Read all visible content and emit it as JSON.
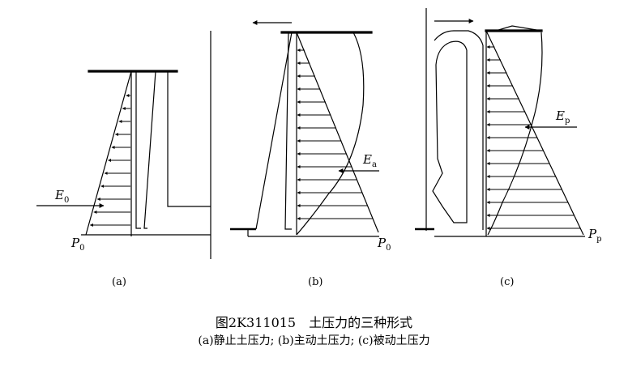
{
  "figure": {
    "title": "图2K311015　土压力的三种形式",
    "subtitle": "(a)静止土压力; (b)主动土压力; (c)被动土压力"
  },
  "panels": [
    {
      "id": "a",
      "label": "(a)",
      "resultant": "E",
      "resultant_sub": "0",
      "base": "P",
      "base_sub": "0"
    },
    {
      "id": "b",
      "label": "(b)",
      "resultant": "E",
      "resultant_sub": "a",
      "base": "P",
      "base_sub": "0"
    },
    {
      "id": "c",
      "label": "(c)",
      "resultant": "E",
      "resultant_sub": "p",
      "base": "P",
      "base_sub": "p"
    }
  ]
}
